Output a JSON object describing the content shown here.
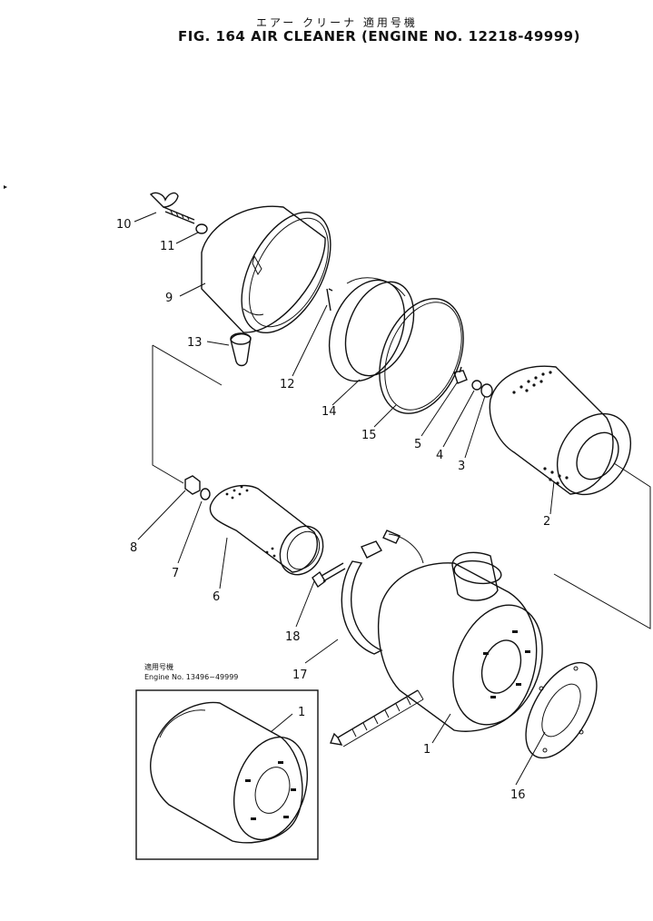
{
  "figure": {
    "title_jp": "エアー クリーナ  適用号機",
    "title": "FIG. 164  AIR CLEANER (ENGINE NO. 12218-49999)"
  },
  "inset": {
    "note_jp": "適用号機",
    "note": "Engine No. 13496~49999"
  },
  "callouts": {
    "c1": "1",
    "c1b": "1",
    "c2": "2",
    "c3": "3",
    "c4": "4",
    "c5": "5",
    "c6": "6",
    "c7": "7",
    "c8": "8",
    "c9": "9",
    "c10": "10",
    "c11": "11",
    "c12": "12",
    "c13": "13",
    "c14": "14",
    "c15": "15",
    "c16": "16",
    "c17": "17",
    "c18": "18"
  }
}
